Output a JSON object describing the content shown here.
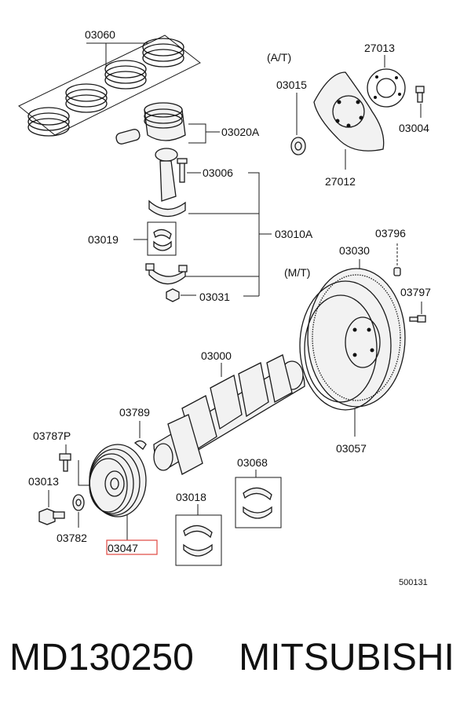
{
  "diagram": {
    "labels": {
      "p03060": "03060",
      "p03020a": "03020A",
      "p03006": "03006",
      "p03019": "03019",
      "p03010a": "03010A",
      "p03031": "03031",
      "at": "(A/T)",
      "p27013": "27013",
      "p03015": "03015",
      "p03004": "03004",
      "p27012": "27012",
      "p03796": "03796",
      "p03030": "03030",
      "mt": "(M/T)",
      "p03797": "03797",
      "p03000": "03000",
      "p03789": "03789",
      "p03787p": "03787P",
      "p03013": "03013",
      "p03782": "03782",
      "p03047": "03047",
      "p03068": "03068",
      "p03018": "03018",
      "p03057": "03057",
      "drawing_no": "500131"
    },
    "highlight_color": "#e0473f"
  },
  "caption": {
    "part_number": "MD130250",
    "brand": "MITSUBISHI"
  }
}
